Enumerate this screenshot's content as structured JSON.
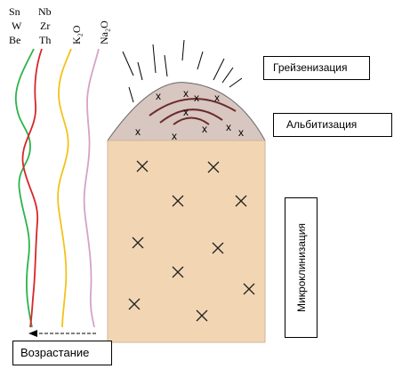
{
  "element_labels": {
    "group1": [
      "Sn",
      "W",
      "Be"
    ],
    "group2": [
      "Nb",
      "Zr",
      "Th"
    ],
    "k2o": "K₂O",
    "na2o": "Na₂O"
  },
  "zones": {
    "greisenization": "Грейзенизация",
    "albitization": "Альбитизация",
    "microclinization": "Микроклинизация"
  },
  "trend": {
    "label": "Возрастание",
    "arrow_direction": "left"
  },
  "colors": {
    "sn_w_be": "#2bb34a",
    "nb_zr_th": "#d8252a",
    "k2o": "#f2c21b",
    "na2o": "#d6a2c8",
    "granite_body": "#f2d6b4",
    "albite_cap": "#d8c6c0",
    "greisen_arcs": "#6b2a2a"
  },
  "symbols": {
    "granite_cross": "×",
    "cap_cross": "x"
  }
}
